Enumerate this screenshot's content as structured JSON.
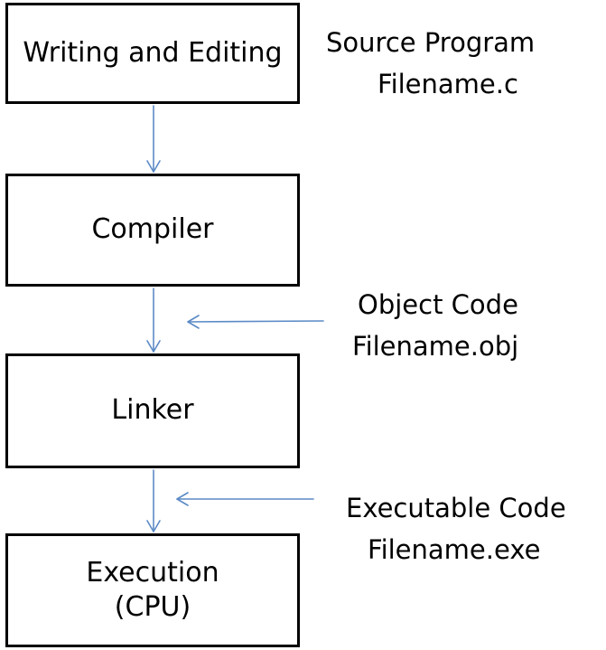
{
  "stages": [
    {
      "lines": [
        "Writing and Editing"
      ]
    },
    {
      "lines": [
        "Compiler"
      ]
    },
    {
      "lines": [
        "Linker"
      ]
    },
    {
      "lines": [
        "Execution",
        "(CPU)"
      ]
    }
  ],
  "outputs": [
    {
      "lines": [
        "Source Program",
        "Filename.c"
      ]
    },
    {
      "lines": [
        "Object Code",
        "Filename.obj"
      ]
    },
    {
      "lines": [
        "Executable Code",
        "Filename.exe"
      ]
    }
  ],
  "colors": {
    "box_border": "#000000",
    "arrow": "#5b8ac6",
    "text": "#000000"
  }
}
